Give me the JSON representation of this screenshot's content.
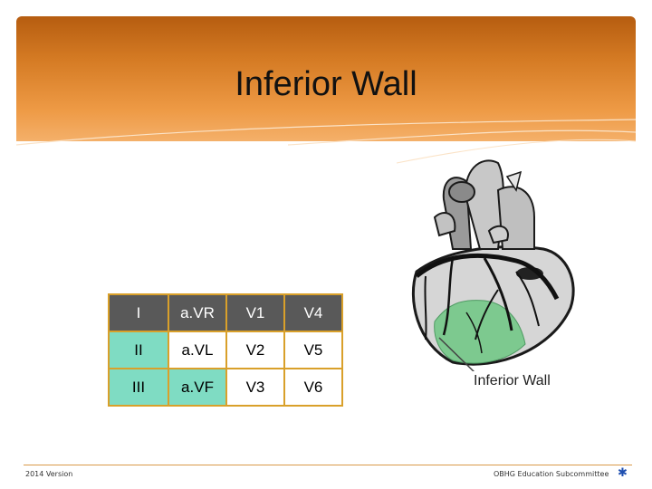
{
  "slide": {
    "title": "Inferior Wall",
    "heart_label": "Inferior Wall",
    "footer_left": "2014 Version",
    "footer_right": "OBHG Education Subcommittee",
    "accent_colors": {
      "header": "#d57b24",
      "table_border": "#d9a02a",
      "highlight": "#7fdcc3",
      "wall": "#7dc98f"
    }
  },
  "lead_table": {
    "rows": [
      [
        "I",
        "a.VR",
        "V1",
        "V4"
      ],
      [
        "II",
        "a.VL",
        "V2",
        "V5"
      ],
      [
        "III",
        "a.VF",
        "V3",
        "V6"
      ]
    ],
    "highlighted": [
      "II",
      "III",
      "a.VF"
    ]
  }
}
